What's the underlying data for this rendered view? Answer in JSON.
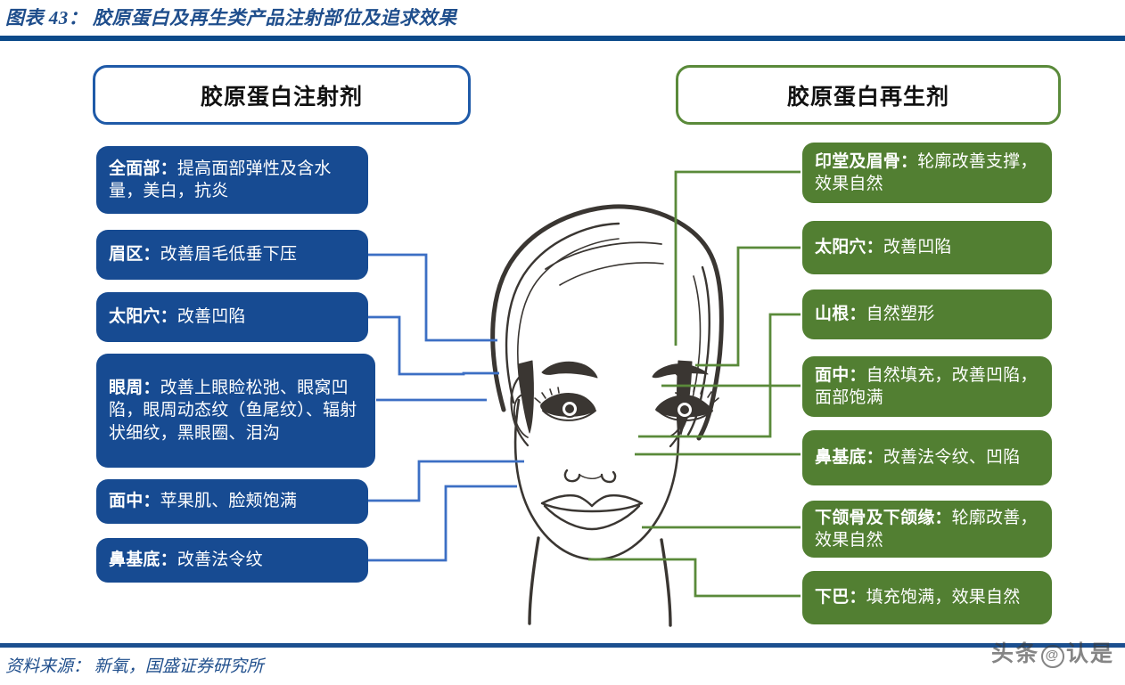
{
  "figure": {
    "title": "图表 43： 胶原蛋白及再生类产品注射部位及追求效果",
    "source": "资料来源： 新氧，国盛证券研究所",
    "watermark_left": "头条",
    "watermark_at": "@",
    "watermark_right": "认是"
  },
  "colors": {
    "title_blue": "#1f4e8c",
    "rule_blue": "#0c4a8a",
    "box_blue": "#174b92",
    "box_green": "#527f32",
    "border_blue": "#1f5aa8",
    "border_green": "#5a8a3a",
    "connector_blue": "#3c6fc4",
    "connector_green": "#5a8a3a",
    "face_ink": "#3a3632"
  },
  "left_column": {
    "header": "胶原蛋白注射剂",
    "items": [
      {
        "label": "全面部：",
        "text": "提高面部弹性及含水量，美白，抗炎"
      },
      {
        "label": "眉区：",
        "text": "改善眉毛低垂下压"
      },
      {
        "label": "太阳穴：",
        "text": "改善凹陷"
      },
      {
        "label": "眼周：",
        "text": "改善上眼睑松弛、眼窝凹陷，眼周动态纹（鱼尾纹）、辐射状细纹，黑眼圈、泪沟"
      },
      {
        "label": "面中：",
        "text": "苹果肌、脸颊饱满"
      },
      {
        "label": "鼻基底：",
        "text": "改善法令纹"
      }
    ]
  },
  "right_column": {
    "header": "胶原蛋白再生剂",
    "items": [
      {
        "label": "印堂及眉骨：",
        "text": "轮廓改善支撑，效果自然"
      },
      {
        "label": "太阳穴：",
        "text": "改善凹陷"
      },
      {
        "label": "山根：",
        "text": "自然塑形"
      },
      {
        "label": "面中：",
        "text": "自然填充，改善凹陷，面部饱满"
      },
      {
        "label": "鼻基底：",
        "text": "改善法令纹、凹陷"
      },
      {
        "label": "下颌骨及下颌缘：",
        "text": "轮廓改善，效果自然"
      },
      {
        "label": "下巴：",
        "text": "填充饱满，效果自然"
      }
    ]
  }
}
